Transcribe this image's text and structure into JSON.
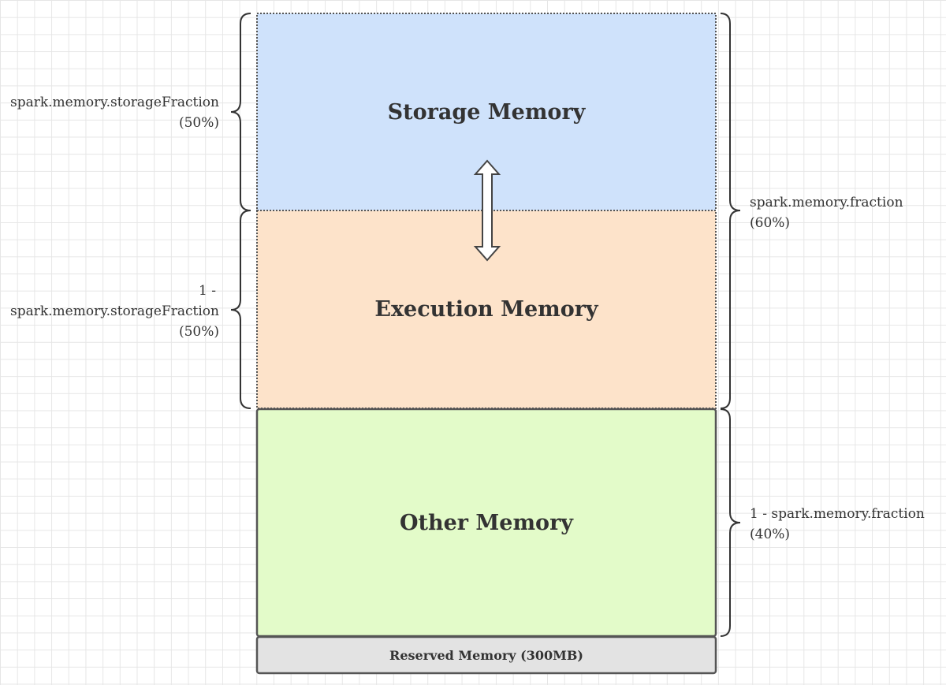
{
  "blocks": {
    "storage": {
      "title": "Storage Memory",
      "color": "#cfe2fb"
    },
    "execution": {
      "title": "Execution Memory",
      "color": "#fde3ca"
    },
    "other": {
      "title": "Other Memory",
      "color": "#e3fbc9"
    },
    "reserved": {
      "title": "Reserved Memory (300MB)",
      "color": "#e3e3e3"
    }
  },
  "left_labels": {
    "storage_fraction": {
      "line1": "spark.memory.storageFraction",
      "line2": "(50%)"
    },
    "execution_fraction": {
      "line1": "1 -",
      "line2": "spark.memory.storageFraction",
      "line3": "(50%)"
    }
  },
  "right_labels": {
    "memory_fraction": {
      "line1": "spark.memory.fraction",
      "line2": "(60%)"
    },
    "other_fraction": {
      "line1": "1 - spark.memory.fraction",
      "line2": "(40%)"
    }
  },
  "arrow": {
    "icon": "double-headed-vertical-arrow-icon",
    "meaning": "boundary between storage and execution memory is shared"
  }
}
